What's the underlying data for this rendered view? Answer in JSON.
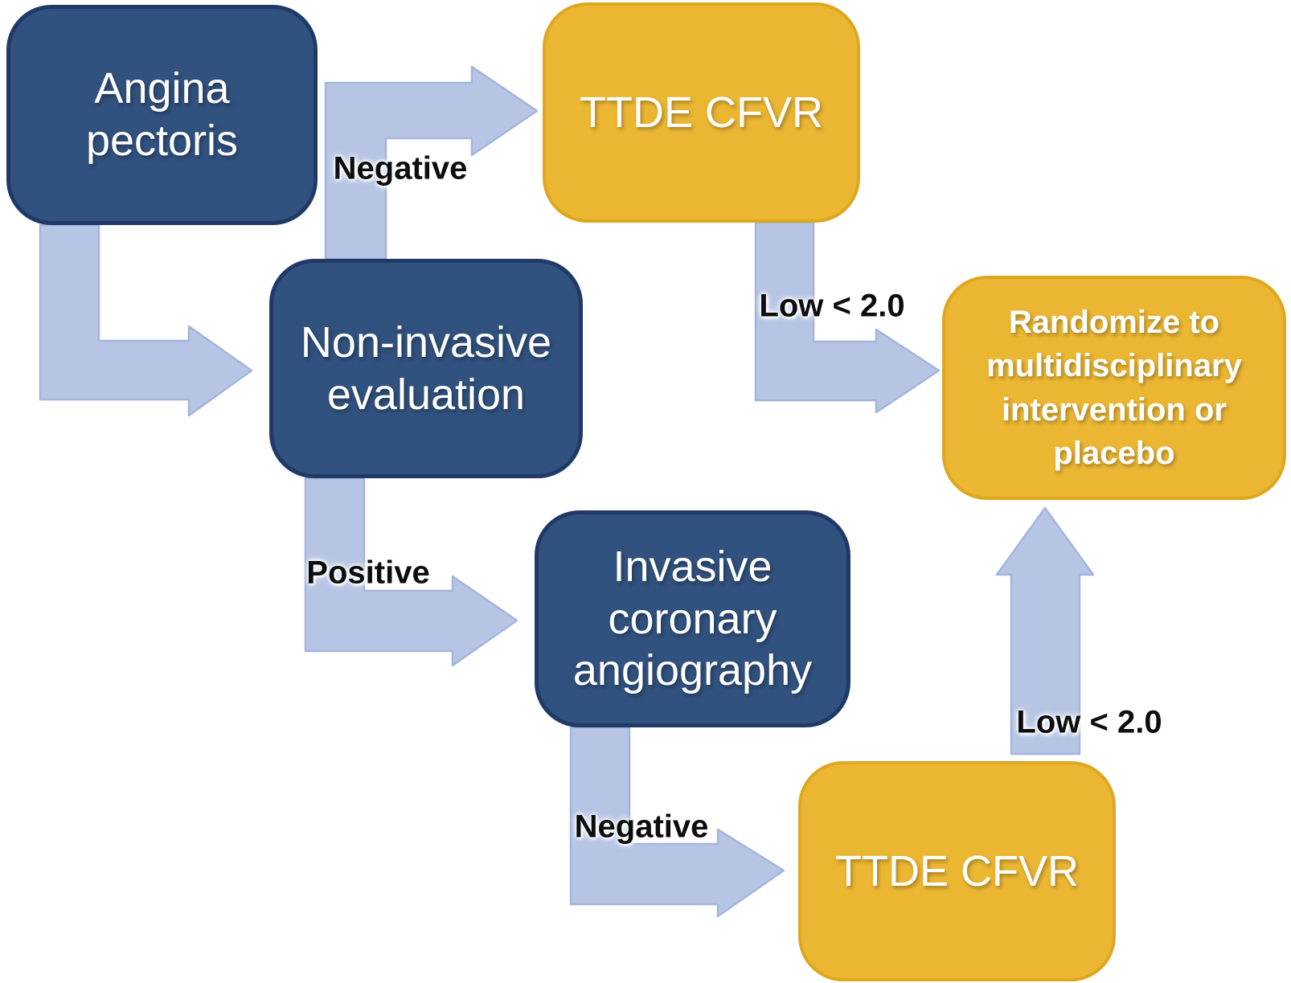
{
  "diagram": {
    "title": "Angina pectoris evaluation and randomization flowchart",
    "nodes": {
      "angina": {
        "label": "Angina\npectoris",
        "style": "dark"
      },
      "ttde_top": {
        "label": "TTDE CFVR",
        "style": "yellow"
      },
      "noninvasive": {
        "label": "Non-invasive\nevaluation",
        "style": "dark"
      },
      "randomize": {
        "label": "Randomize to\nmultidisciplinary\nintervention or\nplacebo",
        "style": "yellow"
      },
      "invasive": {
        "label": "Invasive\ncoronary\nangiography",
        "style": "dark"
      },
      "ttde_bottom": {
        "label": "TTDE CFVR",
        "style": "yellow"
      }
    },
    "edges": {
      "angina_to_noninvasive": {
        "from": "angina",
        "to": "noninvasive",
        "label": ""
      },
      "noninvasive_to_ttde_top": {
        "from": "noninvasive",
        "to": "ttde_top",
        "label": "Negative"
      },
      "ttde_top_to_randomize": {
        "from": "ttde_top",
        "to": "randomize",
        "label": "Low < 2.0"
      },
      "noninvasive_to_invasive": {
        "from": "noninvasive",
        "to": "invasive",
        "label": "Positive"
      },
      "invasive_to_ttde_bottom": {
        "from": "invasive",
        "to": "ttde_bottom",
        "label": "Negative"
      },
      "ttde_bottom_to_randomize": {
        "from": "ttde_bottom",
        "to": "randomize",
        "label": "Low < 2.0"
      }
    },
    "colors": {
      "dark_box_fill": "#31517E",
      "dark_box_border": "#1F3A66",
      "yellow_box_fill": "#EBB632",
      "yellow_box_border": "#DFA71F",
      "arrow_fill": "#B7C5E5",
      "arrow_border": "#A3B5DC",
      "box_text": "#FFFFFF",
      "label_text": "#0D0D0D",
      "background": "#FFFFFF"
    }
  }
}
